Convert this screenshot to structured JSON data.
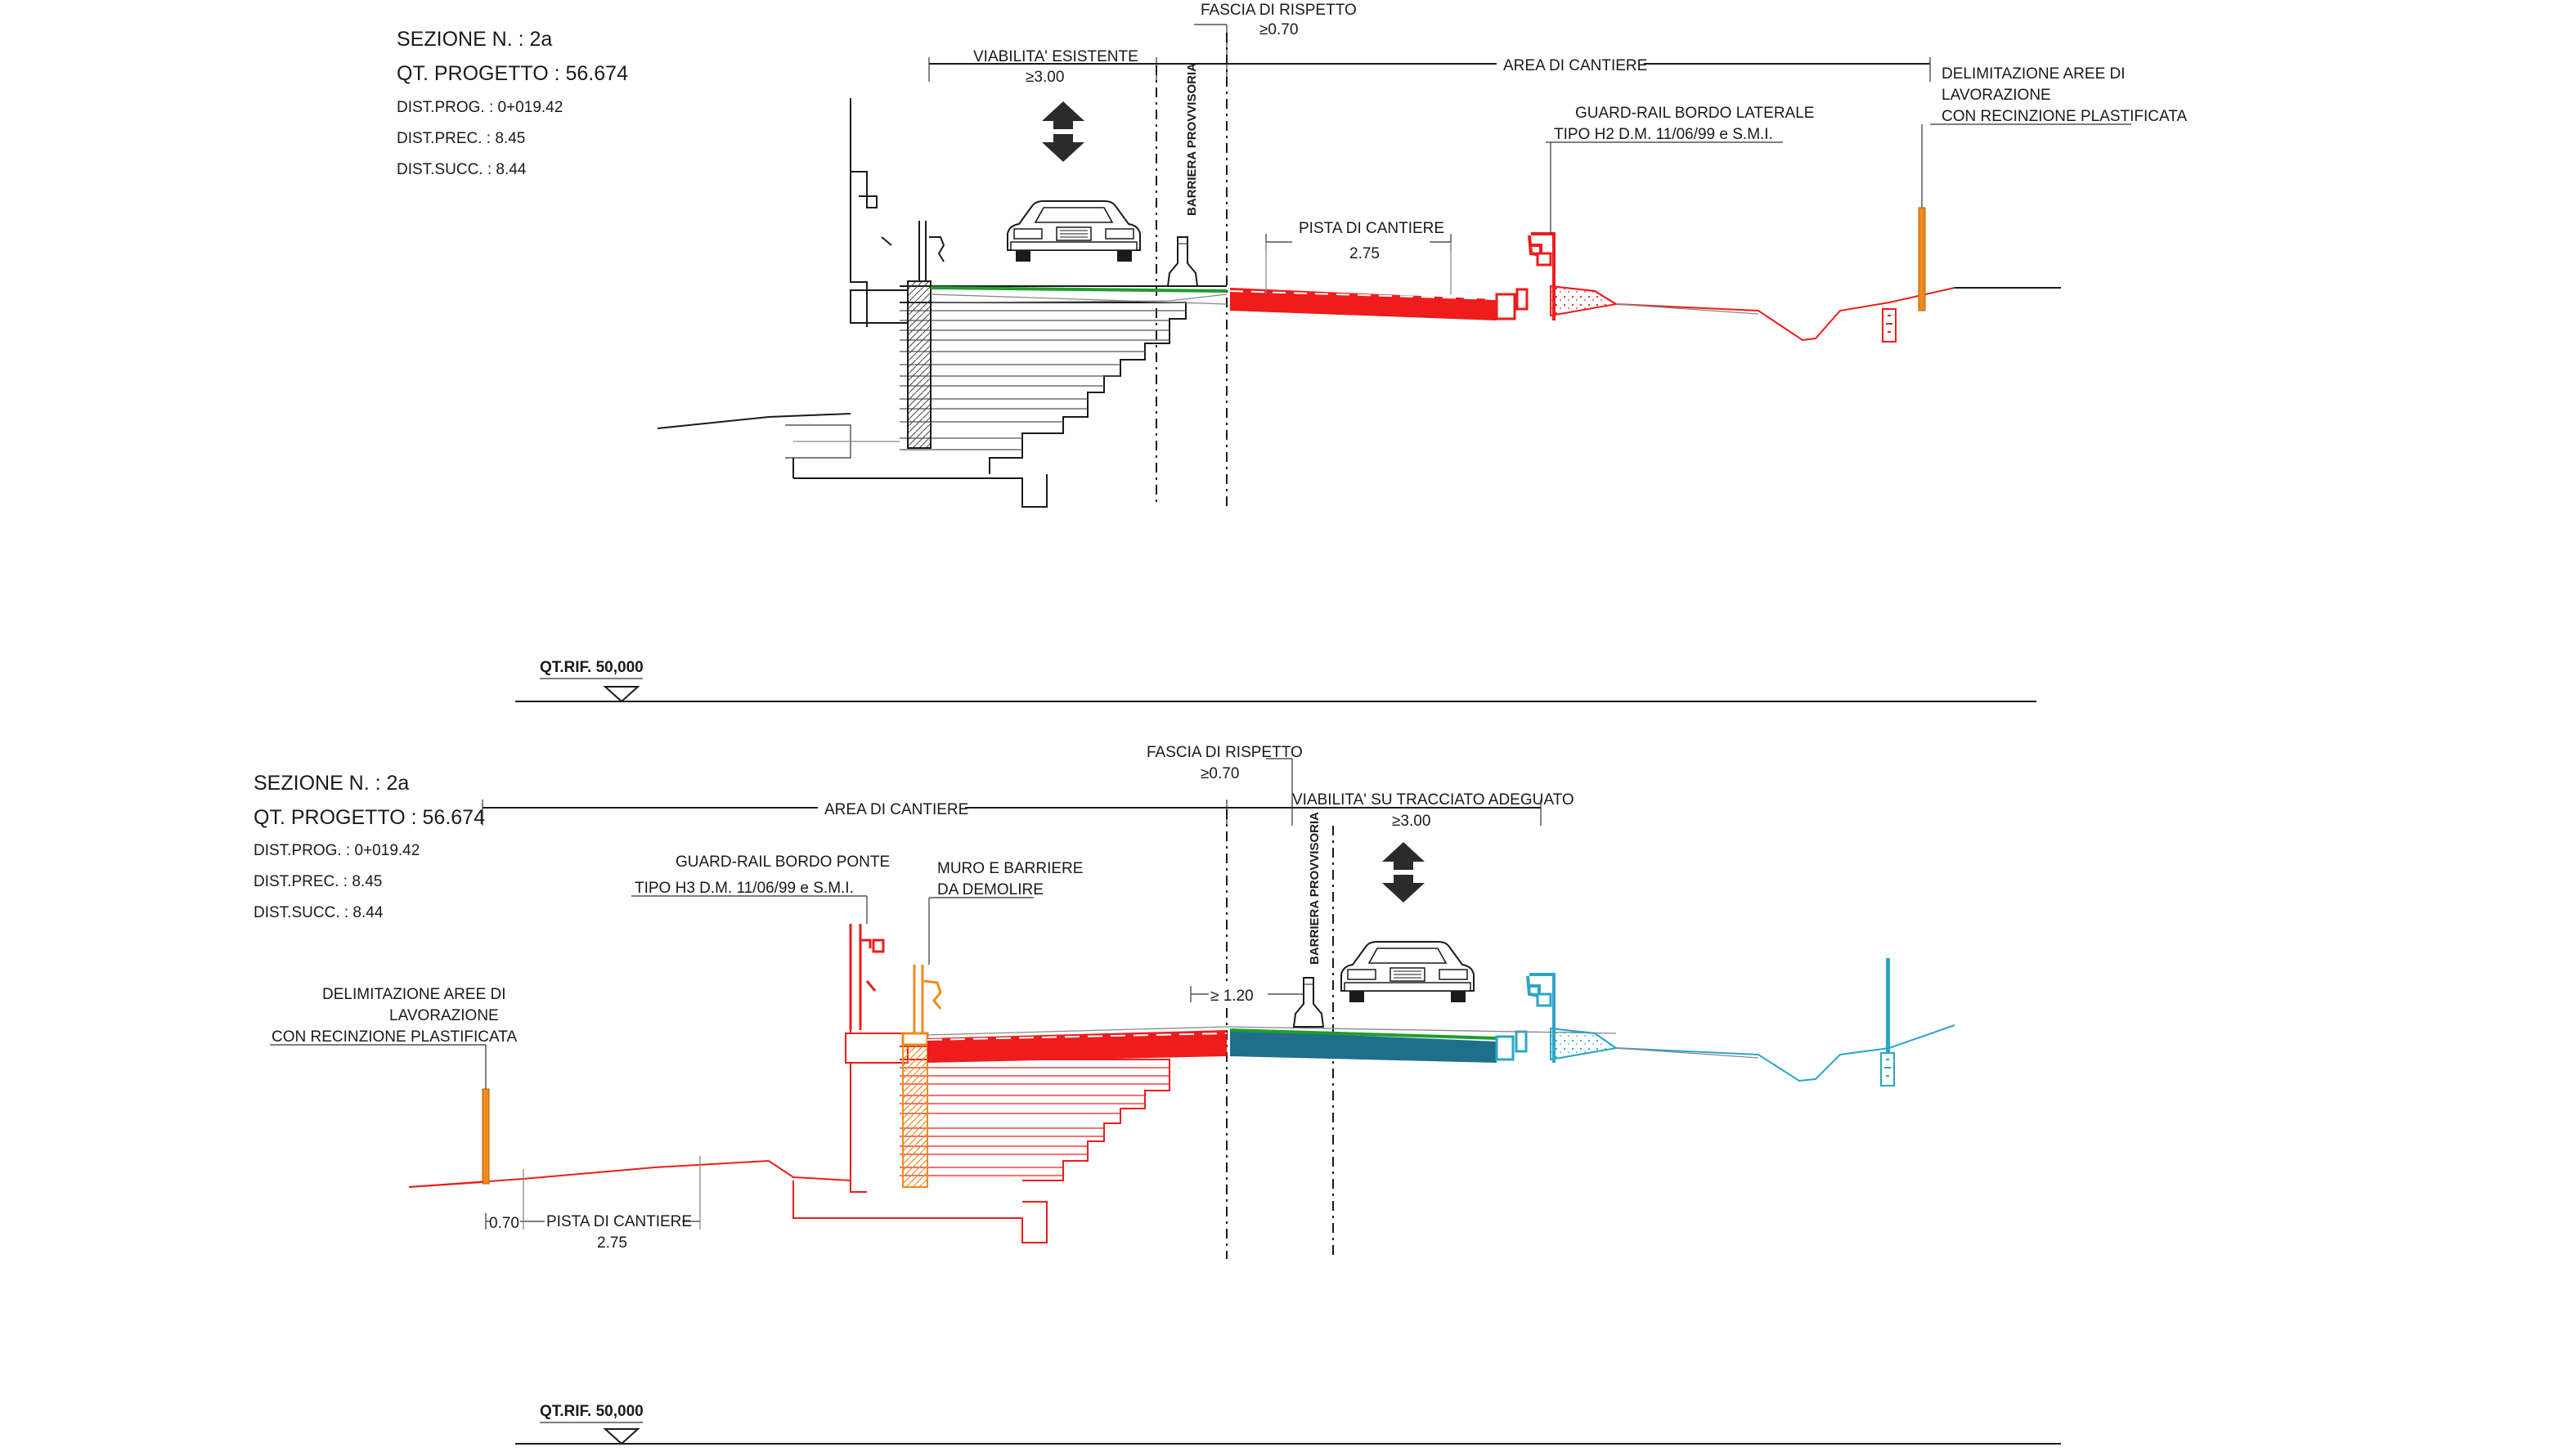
{
  "colors": {
    "ink": "#1a1a1a",
    "red": "#ee1c1c",
    "green": "#1e9e2e",
    "blue": "#1f6f8b",
    "orange": "#f08a1c",
    "cyan": "#2aa6c8"
  },
  "icons": [
    "car-icon",
    "two-way-traffic-arrows-icon",
    "temporary-barrier-icon",
    "guard-rail-icon",
    "fence-post-icon",
    "reference-level-triangle-icon"
  ],
  "section_top": {
    "header": {
      "section": "SEZIONE N. : 2a",
      "quota": "QT. PROGETTO : 56.674",
      "dist_prog": "DIST.PROG. : 0+019.42",
      "dist_prec": "DIST.PREC. : 8.45",
      "dist_succ": "DIST.SUCC. : 8.44"
    },
    "labels": {
      "fascia_title": "FASCIA DI RISPETTO",
      "fascia_value": "≥0.70",
      "viabilita_title": "VIABILITA' ESISTENTE",
      "viabilita_value": "≥3.00",
      "area_cantiere": "AREA DI CANTIERE",
      "barriera": "BARRIERA PROVVISORIA",
      "pista_title": "PISTA DI CANTIERE",
      "pista_value": "2.75",
      "guardrail_l1": "GUARD-RAIL BORDO LATERALE",
      "guardrail_l2": "TIPO H2 D.M. 11/06/99 e S.M.I.",
      "delim_l1": "DELIMITAZIONE AREE DI",
      "delim_l2": "LAVORAZIONE",
      "delim_l3": "CON RECINZIONE PLASTIFICATA",
      "qt_rif": "QT.RIF. 50,000"
    }
  },
  "section_bottom": {
    "header": {
      "section": "SEZIONE N. : 2a",
      "quota": "QT. PROGETTO : 56.674",
      "dist_prog": "DIST.PROG. : 0+019.42",
      "dist_prec": "DIST.PREC. : 8.45",
      "dist_succ": "DIST.SUCC. : 8.44"
    },
    "labels": {
      "fascia_title": "FASCIA DI RISPETTO",
      "fascia_value": "≥0.70",
      "area_cantiere": "AREA DI CANTIERE",
      "viabilita_title": "VIABILITA' SU TRACCIATO ADEGUATO",
      "viabilita_value": "≥3.00",
      "guardrail_l1": "GUARD-RAIL BORDO PONTE",
      "guardrail_l2": "TIPO H3 D.M. 11/06/99 e S.M.I.",
      "muro_l1": "MURO E BARRIERE",
      "muro_l2": "DA DEMOLIRE",
      "gap_value": "≥ 1.20",
      "barriera": "BARRIERA PROVVISORIA",
      "delim_l1": "DELIMITAZIONE AREE DI",
      "delim_l2": "LAVORAZIONE",
      "delim_l3": "CON RECINZIONE PLASTIFICATA",
      "gap_left": "0.70",
      "pista_title": "PISTA DI CANTIERE",
      "pista_value": "2.75",
      "qt_rif": "QT.RIF. 50,000"
    }
  }
}
